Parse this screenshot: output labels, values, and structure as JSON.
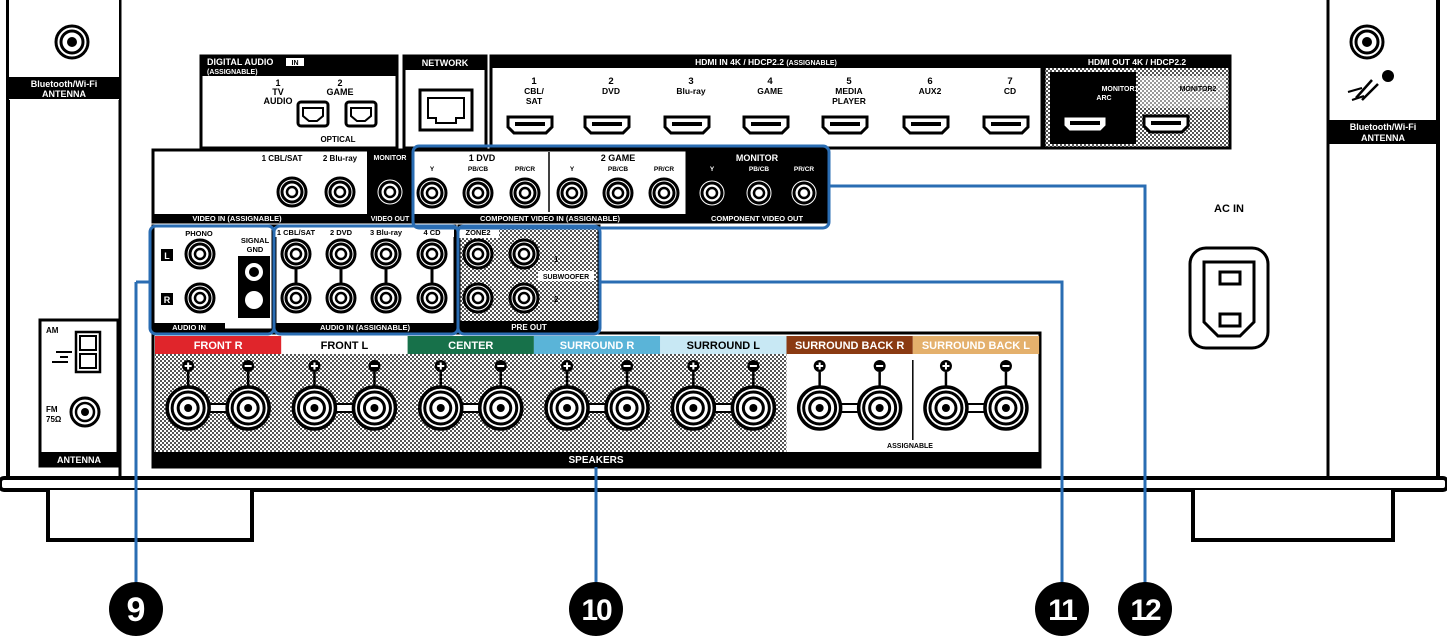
{
  "antenna_left": {
    "line1": "Bluetooth/Wi-Fi",
    "line2": "ANTENNA"
  },
  "antenna_right": {
    "line1": "Bluetooth/Wi-Fi",
    "line2": "ANTENNA"
  },
  "digital_audio": {
    "title": "DIGITAL AUDIO",
    "in_badge": "IN",
    "sub": "(ASSIGNABLE)",
    "ports": [
      {
        "num": "1",
        "name": "TV",
        "name2": "AUDIO"
      },
      {
        "num": "2",
        "name": "GAME",
        "name2": ""
      }
    ],
    "label": "OPTICAL"
  },
  "network": {
    "title": "NETWORK"
  },
  "hdmi_in": {
    "title": "HDMI",
    "badge": "IN",
    "spec": "4K / HDCP2.2",
    "sub": "(ASSIGNABLE)",
    "ports": [
      {
        "num": "1",
        "l1": "CBL/",
        "l2": "SAT",
        "l3": ""
      },
      {
        "num": "2",
        "l1": "DVD",
        "l2": "",
        "l3": ""
      },
      {
        "num": "3",
        "l1": "Blu-ray",
        "l2": "",
        "l3": ""
      },
      {
        "num": "4",
        "l1": "GAME",
        "l2": "",
        "l3": ""
      },
      {
        "num": "5",
        "l1": "MEDIA",
        "l2": "PLAYER",
        "l3": ""
      },
      {
        "num": "6",
        "l1": "AUX2",
        "l2": "",
        "l3": ""
      },
      {
        "num": "7",
        "l1": "CD",
        "l2": "",
        "l3": ""
      }
    ]
  },
  "hdmi_out": {
    "title": "HDMI",
    "badge": "OUT",
    "spec": "4K / HDCP2.2",
    "ports": [
      {
        "l1": "MONITOR1",
        "l2": "ARC"
      },
      {
        "l1": "MONITOR2",
        "l2": ""
      }
    ]
  },
  "video_in": {
    "title": "VIDEO",
    "badge": "IN",
    "sub": "(ASSIGNABLE)",
    "ports": [
      "1 CBL/SAT",
      "2 Blu-ray"
    ],
    "monitor": "MONITOR",
    "out_title": "VIDEO",
    "out_badge": "OUT"
  },
  "component_in": {
    "title": "COMPONENT VIDEO",
    "badge": "IN",
    "sub": "(ASSIGNABLE)",
    "groups": [
      {
        "name": "1 DVD",
        "jacks": [
          "Y",
          "PB/CB",
          "PR/CR"
        ]
      },
      {
        "name": "2 GAME",
        "jacks": [
          "Y",
          "PB/CB",
          "PR/CR"
        ]
      }
    ]
  },
  "component_out": {
    "name": "MONITOR",
    "jacks": [
      "Y",
      "PB/CB",
      "PR/CR"
    ],
    "title": "COMPONENT VIDEO",
    "badge": "OUT"
  },
  "audio_in": {
    "phono": "PHONO",
    "l": "L",
    "r": "R",
    "title": "AUDIO",
    "badge": "IN",
    "signal_gnd_1": "SIGNAL",
    "signal_gnd_2": "GND",
    "assignable_ports": [
      "1 CBL/SAT",
      "2 DVD",
      "3 Blu-ray",
      "4 CD"
    ],
    "assignable_title": "AUDIO",
    "assignable_badge": "IN",
    "assignable_sub": "(ASSIGNABLE)"
  },
  "pre_out": {
    "zone2": "ZONE2",
    "subwoofer": "SUBWOOFER",
    "sub1": "1",
    "sub2": "2",
    "title": "PRE OUT"
  },
  "antenna_box": {
    "am": "AM",
    "fm": "FM",
    "fm_ohm": "75Ω",
    "title": "ANTENNA"
  },
  "speakers": {
    "title": "SPEAKERS",
    "assignable": "ASSIGNABLE",
    "channels": [
      {
        "name": "FRONT",
        "side": "R",
        "color": "#e0252b"
      },
      {
        "name": "FRONT",
        "side": "L",
        "color": "#ffffff"
      },
      {
        "name": "CENTER",
        "side": "",
        "color": "#17714a"
      },
      {
        "name": "SURROUND",
        "side": "R",
        "color": "#5ab4d8"
      },
      {
        "name": "SURROUND",
        "side": "L",
        "color": "#c8e8f4"
      },
      {
        "name": "SURROUND BACK",
        "side": "R",
        "color": "#8a3a12"
      },
      {
        "name": "SURROUND BACK",
        "side": "L",
        "color": "#e4b06c"
      }
    ]
  },
  "ac_in": {
    "label": "AC IN"
  },
  "callouts": [
    {
      "num": "9"
    },
    {
      "num": "10"
    },
    {
      "num": "11"
    },
    {
      "num": "12"
    }
  ],
  "colors": {
    "callout_line": "#2a6db3",
    "panel": "#000000",
    "bg": "#ffffff"
  }
}
